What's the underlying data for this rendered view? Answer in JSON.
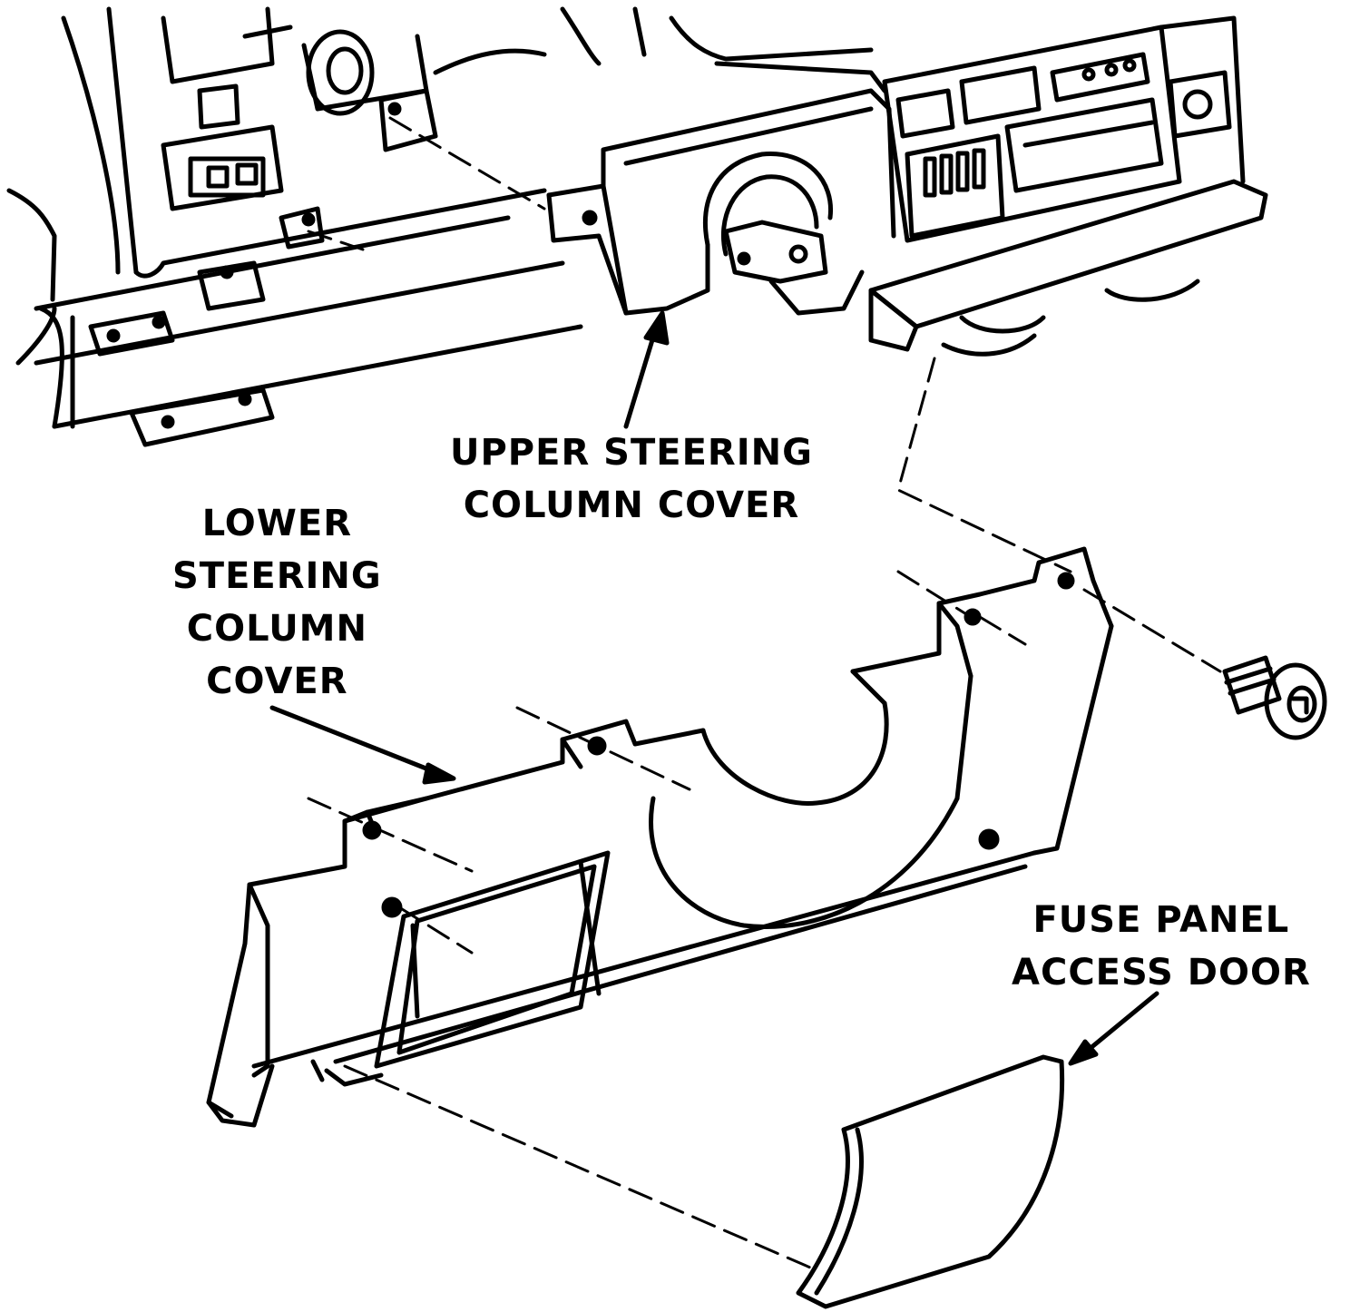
{
  "labels": {
    "upper_cover": [
      "UPPER STEERING",
      "COLUMN COVER"
    ],
    "lower_cover": [
      "LOWER",
      "STEERING",
      "COLUMN",
      "COVER"
    ],
    "fuse_door": [
      "FUSE PANEL",
      "ACCESS DOOR"
    ]
  },
  "colors": {
    "ink": "#000000",
    "paper": "#ffffff"
  }
}
